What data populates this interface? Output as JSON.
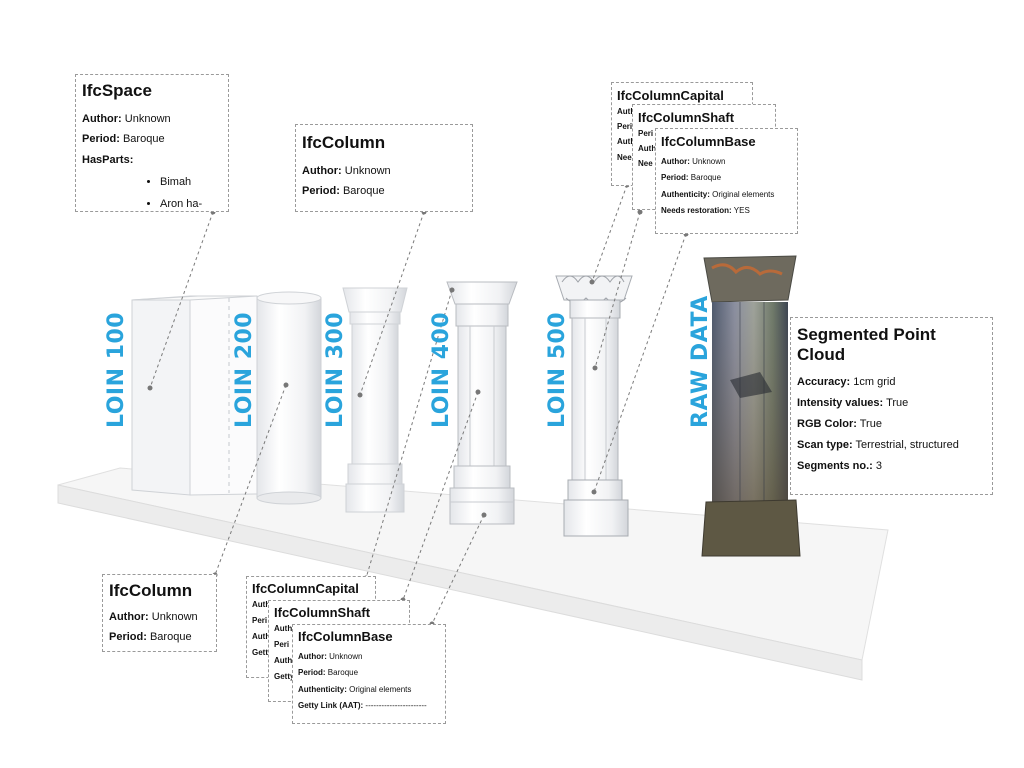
{
  "loin_labels": [
    "LOIN 100",
    "LOIN 200",
    "LOIN 300",
    "LOIN 400",
    "LOIN 500",
    "RAW DATA"
  ],
  "cards": {
    "ifcspace": {
      "title": "IfcSpace",
      "author_key": "Author:",
      "author_val": "Unknown",
      "period_key": "Period:",
      "period_val": "Baroque",
      "hasparts_key": "HasParts:",
      "parts": [
        "Bimah",
        "Aron ha-"
      ]
    },
    "ifccolumn_top": {
      "title": "IfcColumn",
      "author_key": "Author:",
      "author_val": "Unknown",
      "period_key": "Period:",
      "period_val": "Baroque"
    },
    "ifccolumn_bottom": {
      "title": "IfcColumn",
      "author_key": "Author:",
      "author_val": "Unknown",
      "period_key": "Period:",
      "period_val": "Baroque"
    },
    "top_stack": {
      "capital": {
        "title": "IfcColumnCapital",
        "rows": [
          "Auth",
          "Peri",
          "Auth",
          "Nee"
        ]
      },
      "shaft": {
        "title": "IfcColumnShaft",
        "rows": [
          "Peri",
          "Auth",
          "Nee"
        ]
      },
      "base": {
        "title": "IfcColumnBase",
        "author_key": "Author:",
        "author_val": "Unknown",
        "period_key": "Period:",
        "period_val": "Baroque",
        "auth_key": "Authenticity:",
        "auth_val": "Original elements",
        "needs_key": "Needs restoration:",
        "needs_val": "YES"
      }
    },
    "bottom_stack": {
      "capital": {
        "title": "IfcColumnCapital",
        "rows": [
          "Auth",
          "Peri",
          "Auth",
          "Getty"
        ]
      },
      "shaft": {
        "title": "IfcColumnShaft",
        "rows": [
          "Auth",
          "Peri",
          "Auth",
          "Getty"
        ]
      },
      "base": {
        "title": "IfcColumnBase",
        "author_key": "Author:",
        "author_val": "Unknown",
        "period_key": "Period:",
        "period_val": "Baroque",
        "auth_key": "Authenticity:",
        "auth_val": "Original elements",
        "getty_key": "Getty Link (AAT):",
        "getty_val": "-----------------------"
      }
    },
    "pointcloud": {
      "title": "Segmented Point Cloud",
      "accuracy_key": "Accuracy:",
      "accuracy_val": "1cm grid",
      "intensity_key": "Intensity values:",
      "intensity_val": "True",
      "rgb_key": "RGB Color:",
      "rgb_val": "True",
      "scan_key": "Scan type:",
      "scan_val": "Terrestrial, structured",
      "segments_key": "Segments no.:",
      "segments_val": "3"
    }
  },
  "colors": {
    "loin_blue": "#2aa4dc",
    "dashed_line": "#7a7a7a",
    "card_border": "#9a9a9a",
    "platform": "#f4f4f4"
  }
}
